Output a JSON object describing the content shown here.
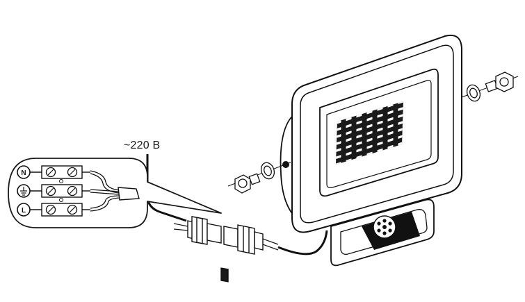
{
  "supply": {
    "voltage_label": "~220 В"
  },
  "terminals": [
    {
      "letter": "N"
    },
    {
      "letter": ""
    },
    {
      "letter": "L"
    }
  ],
  "colors": {
    "stroke": "#1a1a1a",
    "background": "#ffffff"
  },
  "icons": [
    "ground-symbol-icon",
    "screw-terminal-icon",
    "motion-sensor-icon",
    "led-matrix-icon",
    "mounting-bolt-icon",
    "washer-icon"
  ]
}
